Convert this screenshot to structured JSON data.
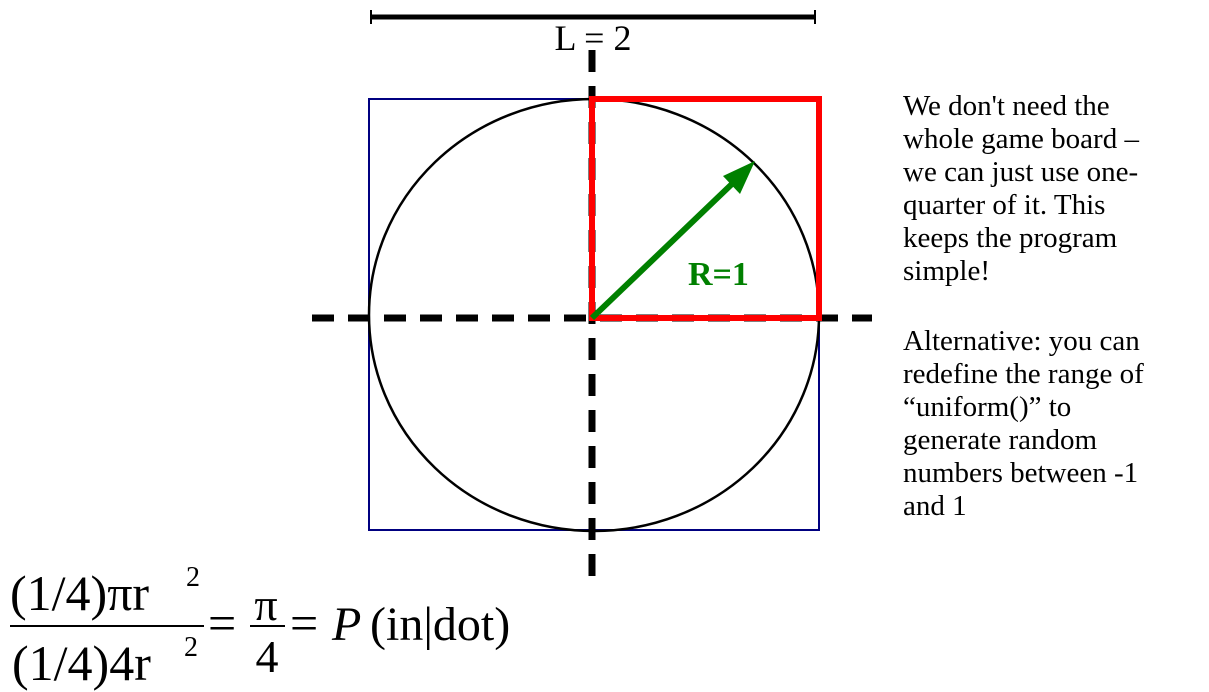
{
  "top_label": "L = 2",
  "radius_label": "R=1",
  "side_text": {
    "paragraph_1": "We don't need the\nwhole game board –\nwe can just use one-\nquarter of it. This\nkeeps the program\nsimple!",
    "paragraph_2": "Alternative: you can\nredefine the range of\n“uniform()” to\ngenerate random\nnumbers between -1\nand 1"
  },
  "formula": {
    "numerator": "(1/4)πr",
    "numerator_exp": "2",
    "denominator": "(1/4)4r",
    "denominator_exp": "2",
    "equals_1": "=",
    "pi_num": "π",
    "pi_den": "4",
    "equals_2": "=",
    "prob_p": "P",
    "prob_arg": "(in|dot)"
  },
  "colors": {
    "outer_square": "#000080",
    "circle": "#000000",
    "quarter_square": "#ff0000",
    "radius_arrow": "#008000",
    "axes": "#000000"
  }
}
